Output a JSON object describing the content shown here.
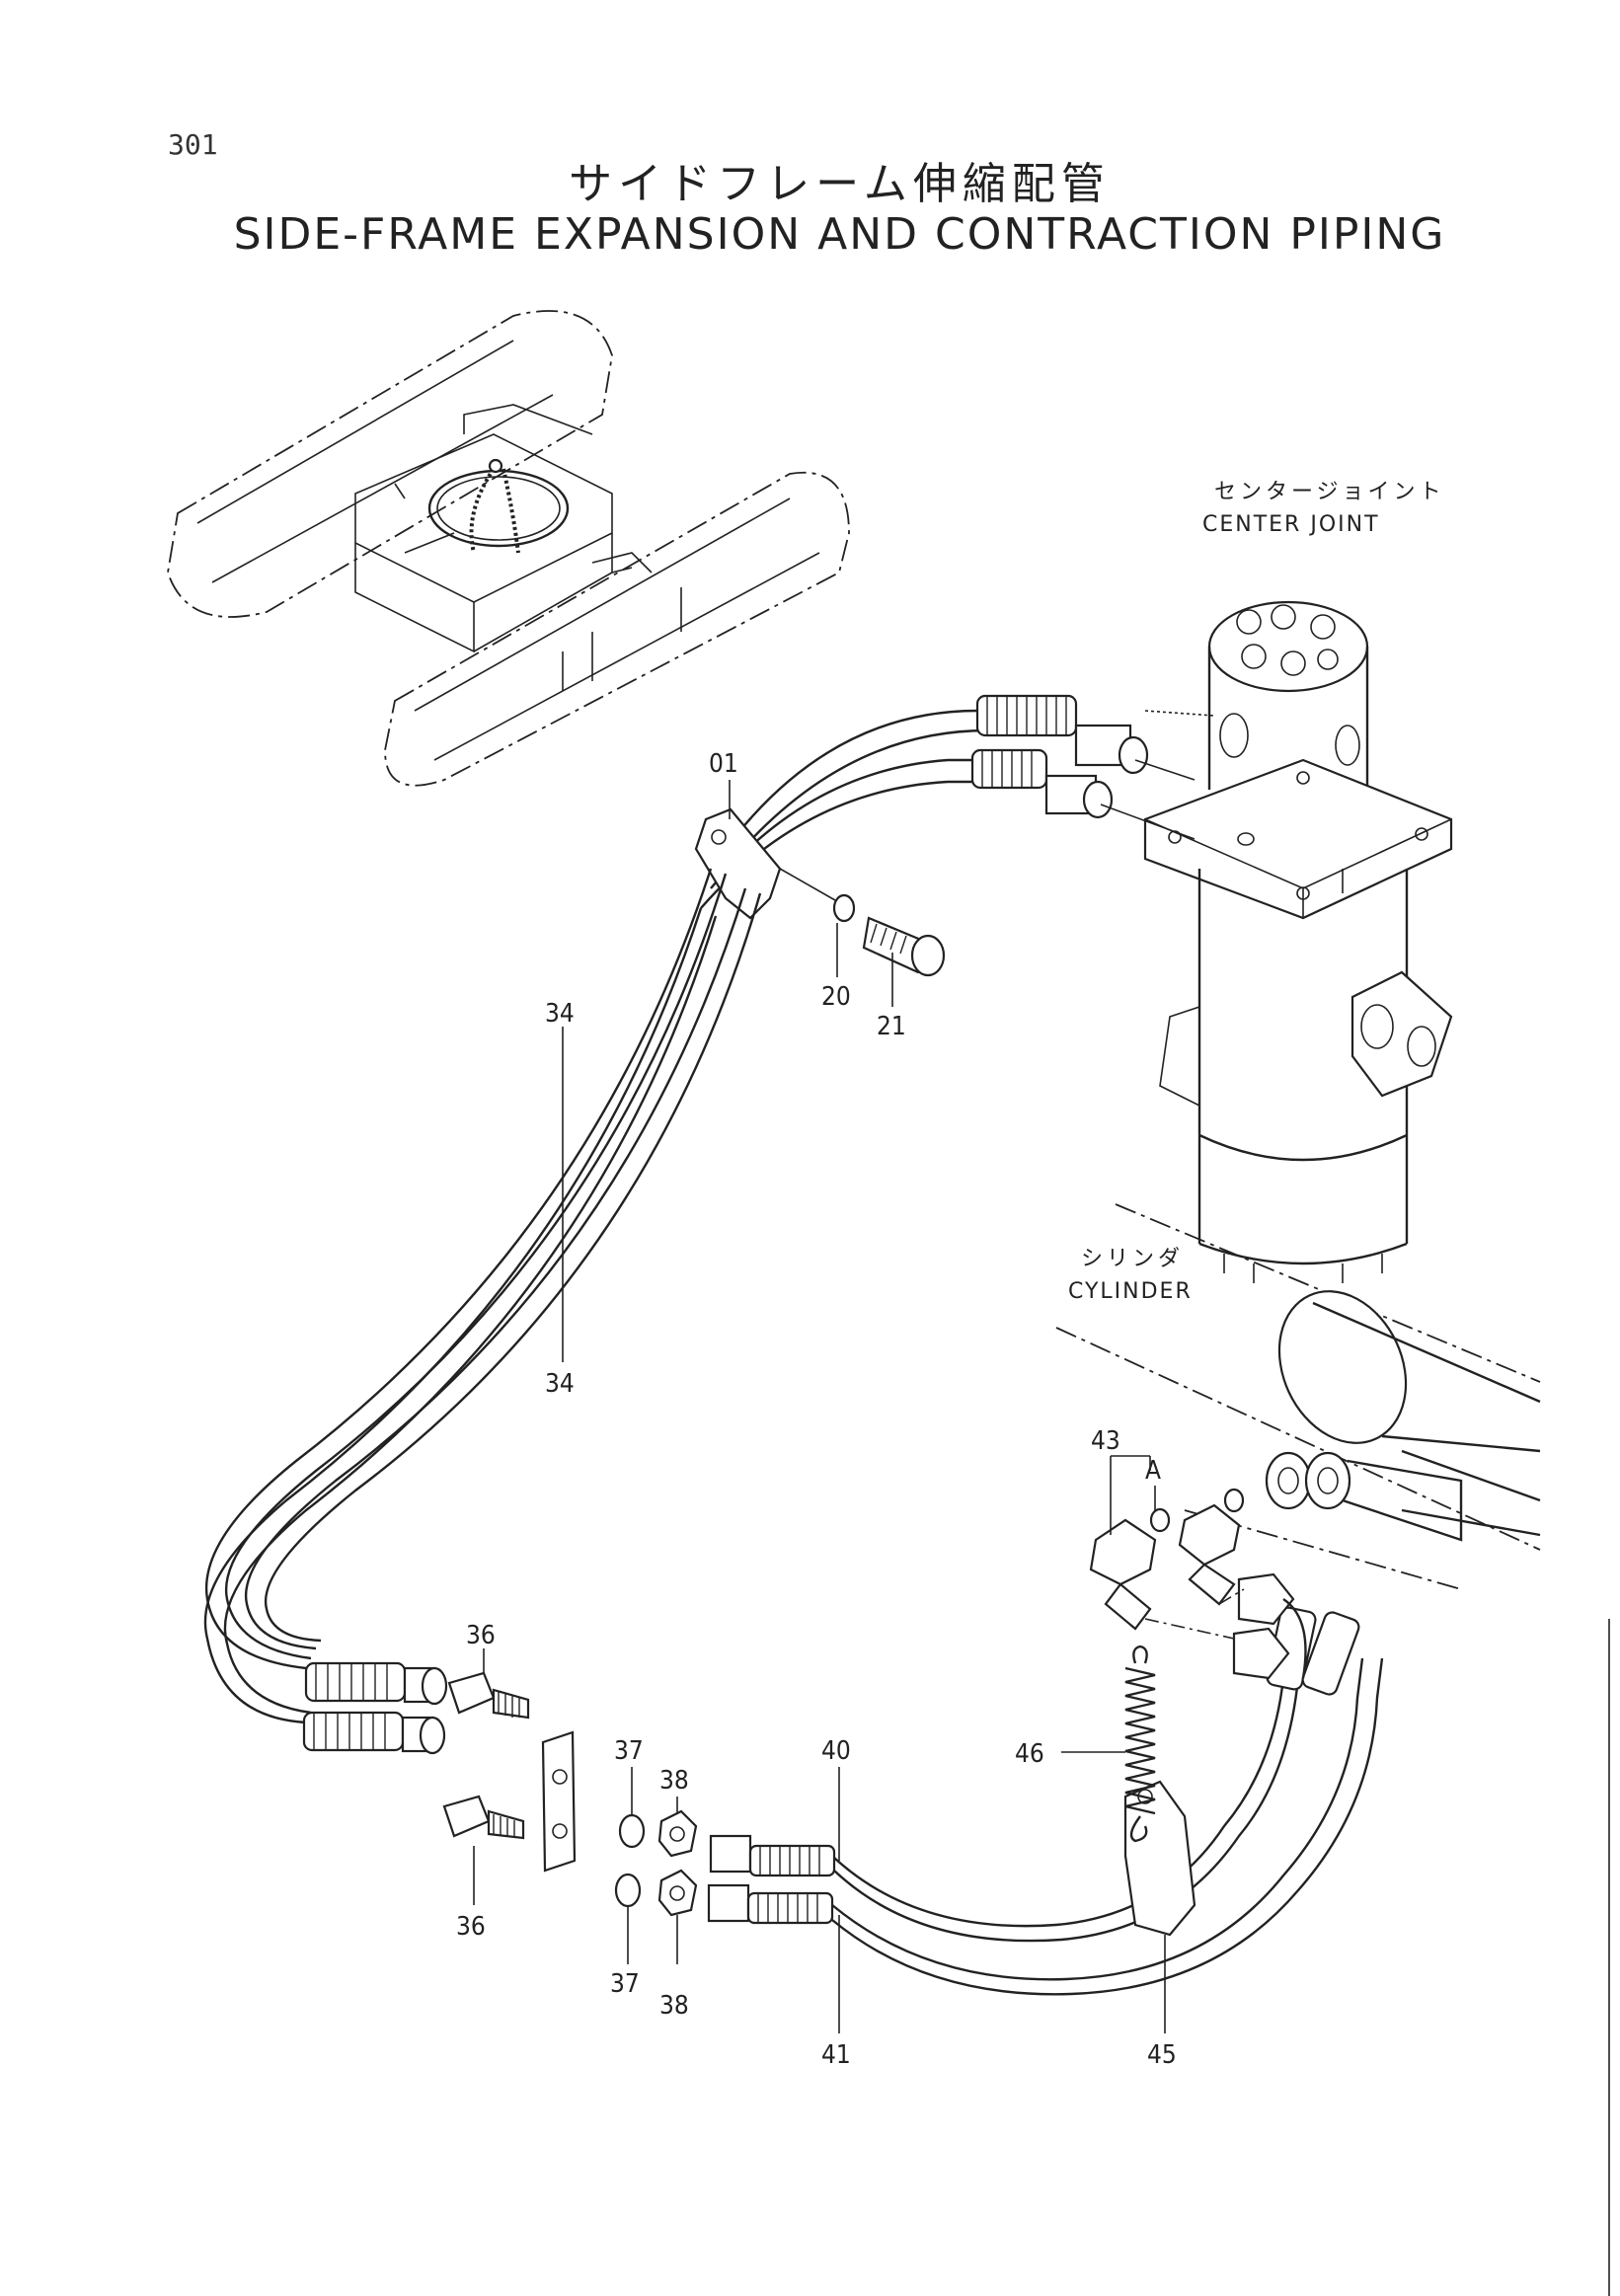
{
  "page_number": "301",
  "title_jp": "サイドフレーム伸縮配管",
  "title_en": "SIDE-FRAME EXPANSION AND CONTRACTION PIPING",
  "components": {
    "center_joint": {
      "label_jp": "センタージョイント",
      "label_en": "CENTER JOINT"
    },
    "cylinder": {
      "label_jp": "シリンダ",
      "label_en": "CYLINDER"
    }
  },
  "callouts": {
    "c01": "01",
    "c20": "20",
    "c21": "21",
    "c34a": "34",
    "c34b": "34",
    "c36a": "36",
    "c36b": "36",
    "c37a": "37",
    "c37b": "37",
    "c38a": "38",
    "c38b": "38",
    "c40": "40",
    "c41": "41",
    "c43": "43",
    "cA": "A",
    "c45": "45",
    "c46": "46"
  }
}
